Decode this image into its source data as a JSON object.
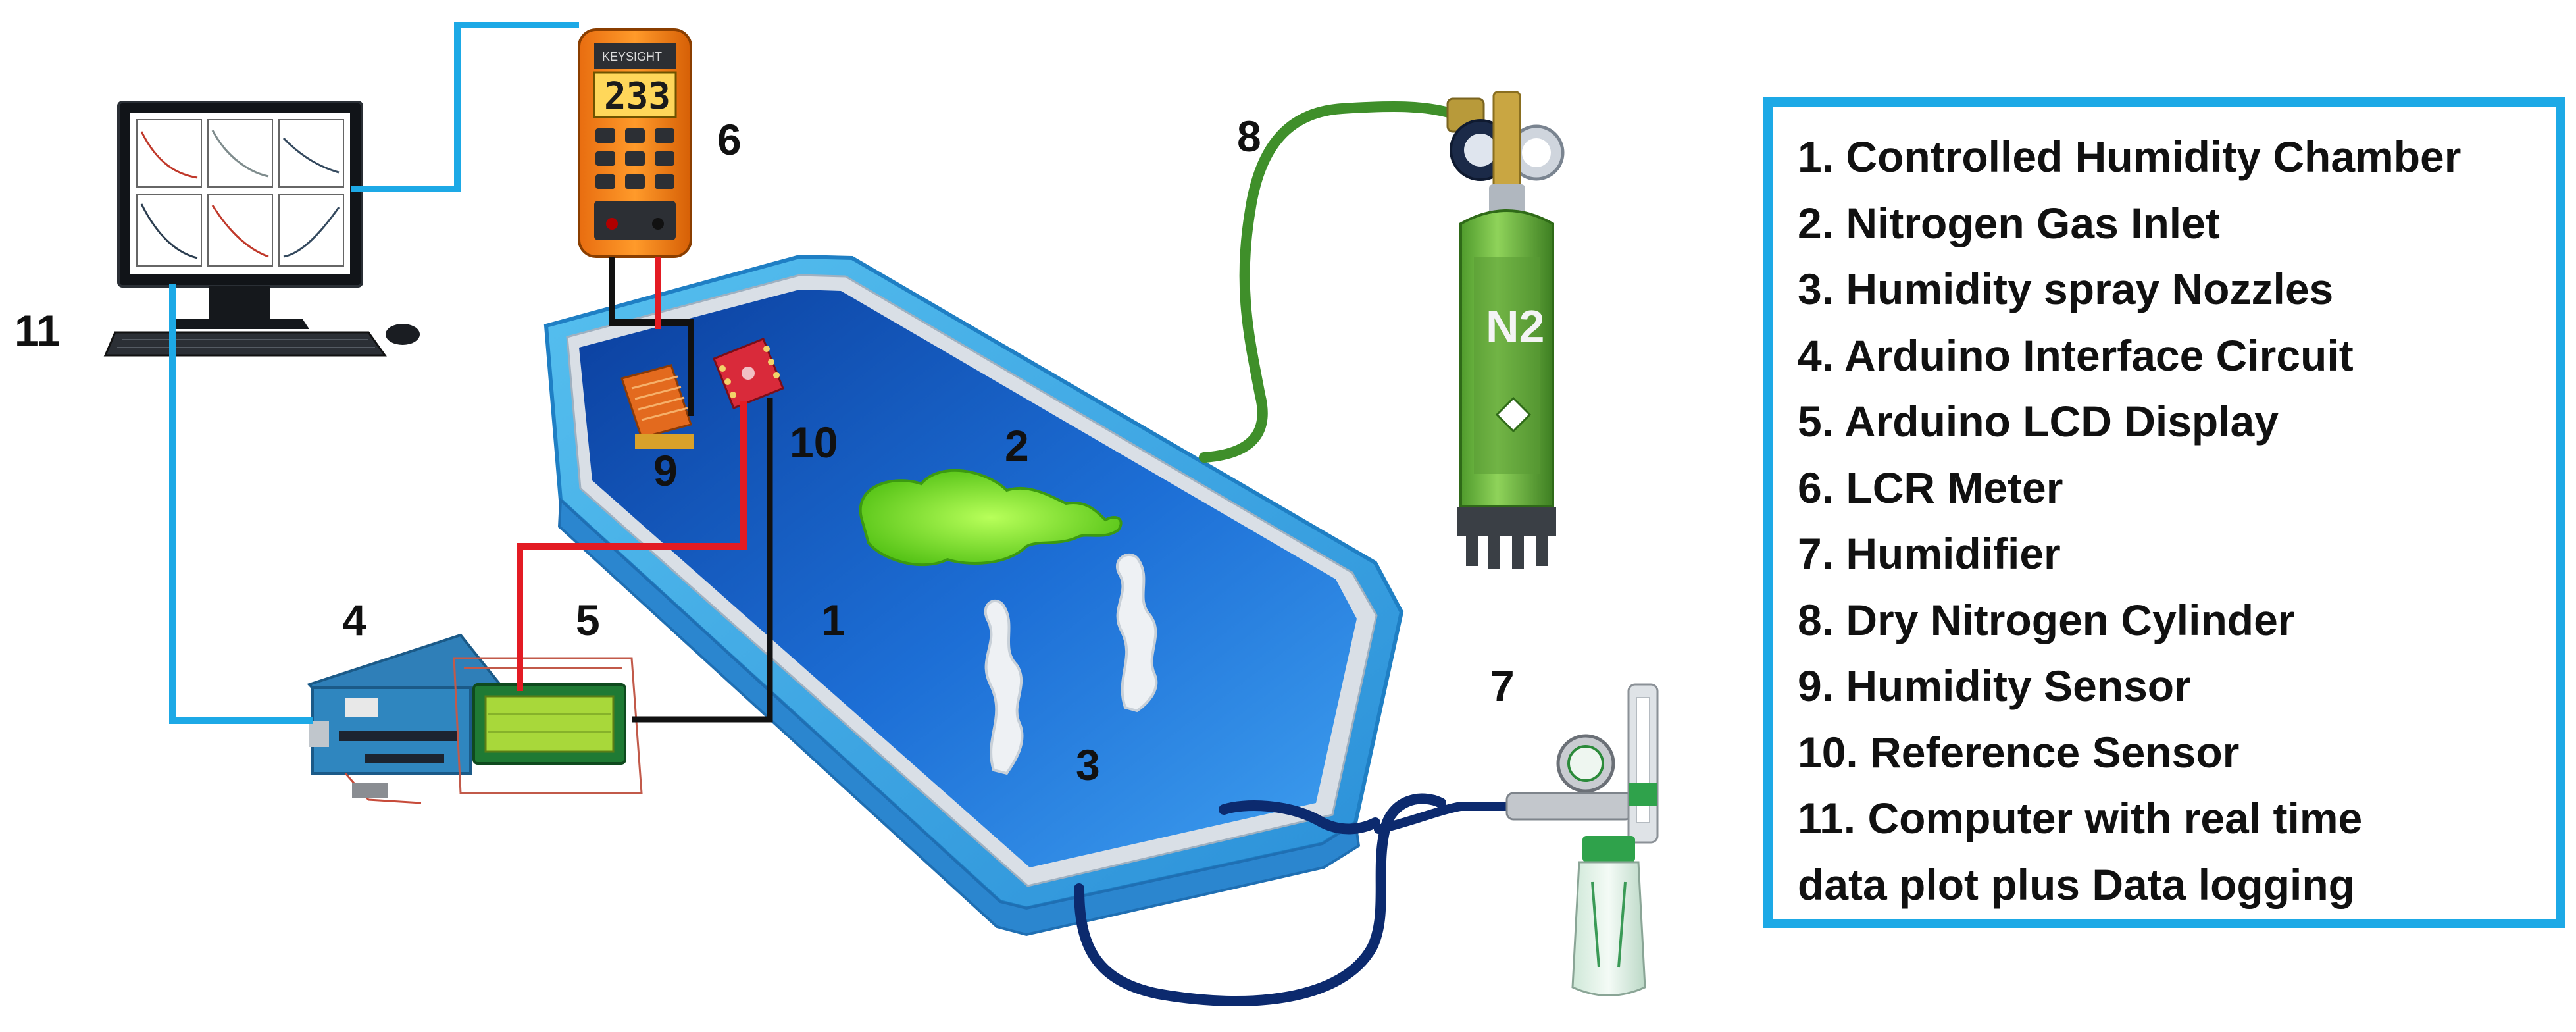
{
  "markers": {
    "m1": "1",
    "m2": "2",
    "m3": "3",
    "m4": "4",
    "m5": "5",
    "m6": "6",
    "m7": "7",
    "m8": "8",
    "m9": "9",
    "m10": "10",
    "m11": "11"
  },
  "lcr_display": "233",
  "cylinder_label": "N2",
  "legend": {
    "items": [
      "1. Controlled Humidity Chamber",
      "2. Nitrogen Gas Inlet",
      "3. Humidity spray Nozzles",
      "4. Arduino Interface Circuit",
      "5. Arduino LCD Display",
      "6. LCR Meter",
      "7. Humidifier",
      "8. Dry Nitrogen Cylinder",
      "9. Humidity Sensor",
      "10. Reference Sensor",
      "11. Computer with real time",
      "data plot plus Data logging"
    ]
  },
  "colors": {
    "usb_cable": "#1da9e6",
    "red_wire": "#e31b23",
    "black_wire": "#111111",
    "chamber": "#1e6fd0",
    "nitrogen_hose": "#3f8f2a",
    "humidifier_hose": "#0c2a6e"
  }
}
